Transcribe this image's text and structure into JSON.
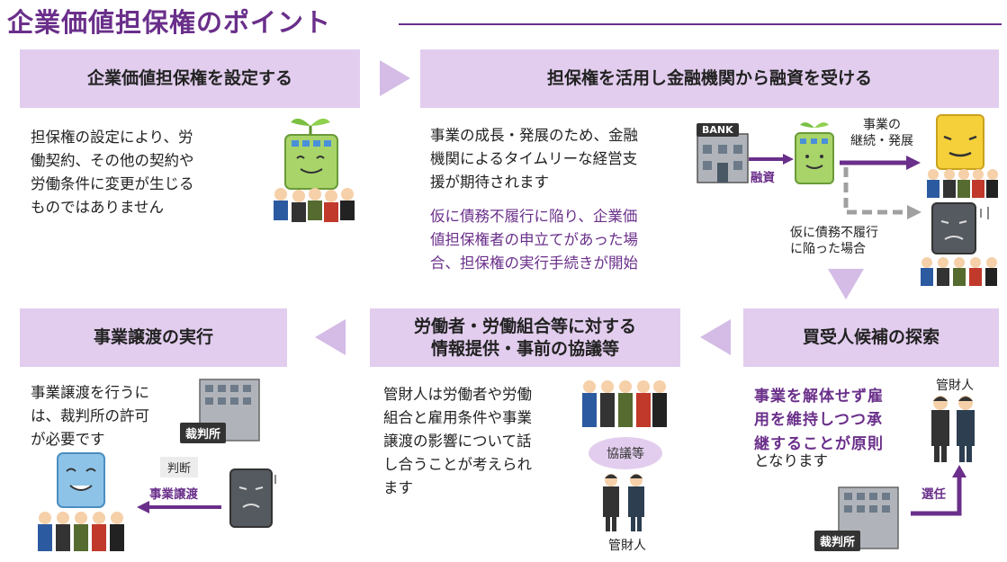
{
  "title": "企業価値担保権のポイント",
  "step1": {
    "header": "企業価値担保権を設定する",
    "body": [
      "担保権の設定により、労",
      "働契約、その他の契約や",
      "労働条件に変更が生じる",
      "ものではありません"
    ]
  },
  "step2": {
    "header": "担保権を活用し金融機関から融資を受ける",
    "body": [
      "事業の成長・発展のため、金融",
      "機関によるタイムリーな経営支",
      "援が期待されます"
    ],
    "body_purple": [
      "仮に債務不履行に陥り、企業価",
      "値担保権者の申立てがあった場",
      "合、担保権の実行手続きが開始"
    ],
    "bank_sign": "BANK",
    "loan_label": "融資",
    "growth_label": [
      "事業の",
      "継続・発展"
    ],
    "default_label": [
      "仮に債務不履行",
      "に陥った場合"
    ]
  },
  "step3": {
    "header": "買受人候補の探索",
    "body_purple": [
      "事業を解体せず雇",
      "用を維持しつつ承",
      "継することが原則"
    ],
    "body_tail": "となります",
    "trustee_label": "管財人",
    "appoint_label": "選任",
    "court_label": "裁判所"
  },
  "step4": {
    "header": [
      "労働者・労働組合等に対する",
      "情報提供・事前の協議等"
    ],
    "body": [
      "管財人は労働者や労働",
      "組合と雇用条件や事業",
      "譲渡の影響について話",
      "し合うことが考えられ",
      "ます"
    ],
    "consult_label": "協議等",
    "trustee_label": "管財人"
  },
  "step5": {
    "header": "事業譲渡の実行",
    "body": [
      "事業譲渡を行うに",
      "は、裁判所の許可",
      "が必要です"
    ],
    "court_label": "裁判所",
    "judge_label": "判断",
    "transfer_label": "事業譲渡"
  },
  "colors": {
    "accent": "#6a2f8a",
    "header_bg": "#e2cdee",
    "arrow": "#d4bce6"
  }
}
